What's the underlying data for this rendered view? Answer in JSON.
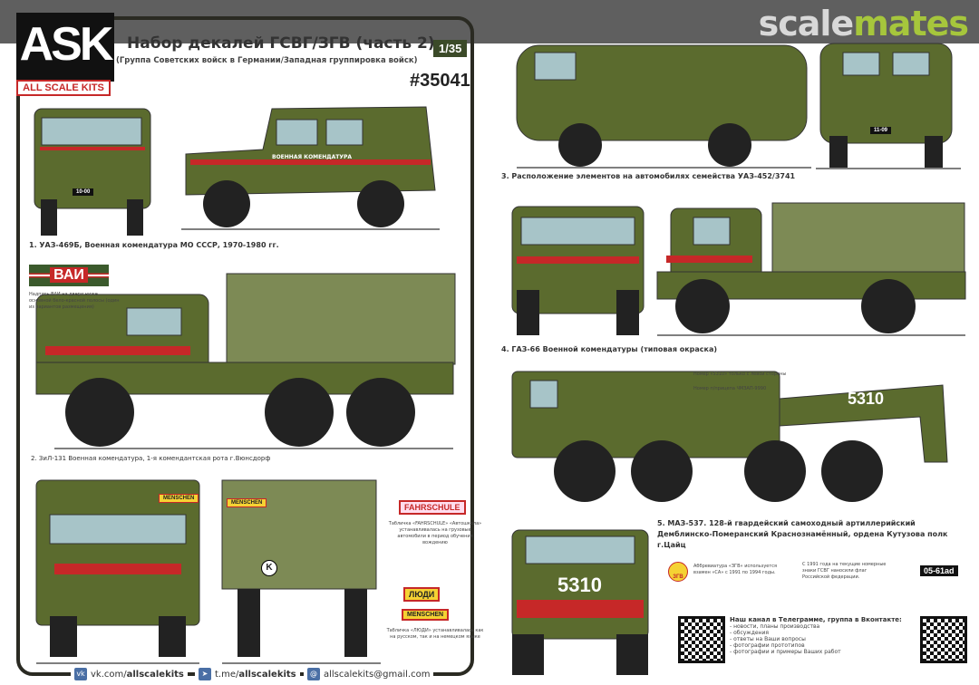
{
  "header": {
    "brand_logo": "ASK",
    "brand_sub": "ALL SCALE KITS",
    "title": "Набор декалей ГСВГ/ЗГВ (часть 2)",
    "subtitle": "(Группа Советских войск в Германии/Западная группировка войск)",
    "scale": "1/35",
    "code": "#35041"
  },
  "watermark": {
    "part1": "scale",
    "part2": "mates"
  },
  "colors": {
    "olive": "#5b6b2e",
    "canvas": "#7d8a55",
    "red": "#c62828",
    "frame": "#2a2a22"
  },
  "captions": {
    "uaz469": "1. УАЗ-469Б, Военная комендатура МО СССР, 1970-1980 гг.",
    "zil131": "2. ЗиЛ-131 Военная комендатура, 1-я комендантская рота  г.Вюнсдорф",
    "uaz452": "3. Расположение элементов на автомобилях семейства УАЗ-452/3741",
    "gaz66": "4. ГАЗ-66 Военной комендатуры (типовая окраска)",
    "maz537_1": "5. МАЗ-537. 128-й гвардейский самоходный артиллерийский",
    "maz537_2": "Демблинско-Померанский Краснознамённый, ордена Кутузова полк",
    "maz537_3": "г.Цайц"
  },
  "notes": {
    "vai_label": "ВАИ",
    "vai_note": "Надпись ВАИ на двери ниже основной бело-красной полосы (один из вариантов размещения)",
    "fahrschule_label": "FAHRSCHULE",
    "fahrschule_note": "Табличка «FAHRSCHULE» «Автошкола» устанавливалась на грузовые автомобили в период обучения вождению",
    "lyudi_label": "ЛЮДИ",
    "menschen_label": "MENSCHEN",
    "lyudi_note": "Табличка «ЛЮДИ» устанавливалась как на русском, так и на немецком языке",
    "number_note": "Номер «5310» только с левой стороны",
    "trailer_note": "Номер п/прицепа ЧМЗАП-9990",
    "zgv_note": "Аббревиатура «ЗГВ» используется взамен «СА» с 1991 по 1994 годы.",
    "plates_note": "С 1991 года на текущие номерные знаки ГСВГ наносили флаг Российской федерации.",
    "plate_example": "05-61ad",
    "zgv_badge": "ЗГВ"
  },
  "vehicle_text": {
    "komendatura": "ВОЕННАЯ   КОМЕНДАТУРА",
    "number_5310": "5310",
    "k_badge": "K",
    "menschen_small": "MENSCHEN",
    "plate_uaz": "10-00",
    "plate_trailer": "11-09"
  },
  "channel": {
    "title": "Наш канал в Телеграмме, группа в Вконтакте:",
    "items": [
      "- новости, планы производства",
      "- обсуждения",
      "- ответы на Ваши вопросы",
      "- фотографии прототипов",
      "- фотографии и примеры Ваших работ"
    ]
  },
  "footer": {
    "vk_prefix": "vk.com/",
    "vk_handle": "allscalekits",
    "tg_prefix": "t.me/",
    "tg_handle": "allscalekits",
    "email": "allscalekits@gmail.com"
  }
}
